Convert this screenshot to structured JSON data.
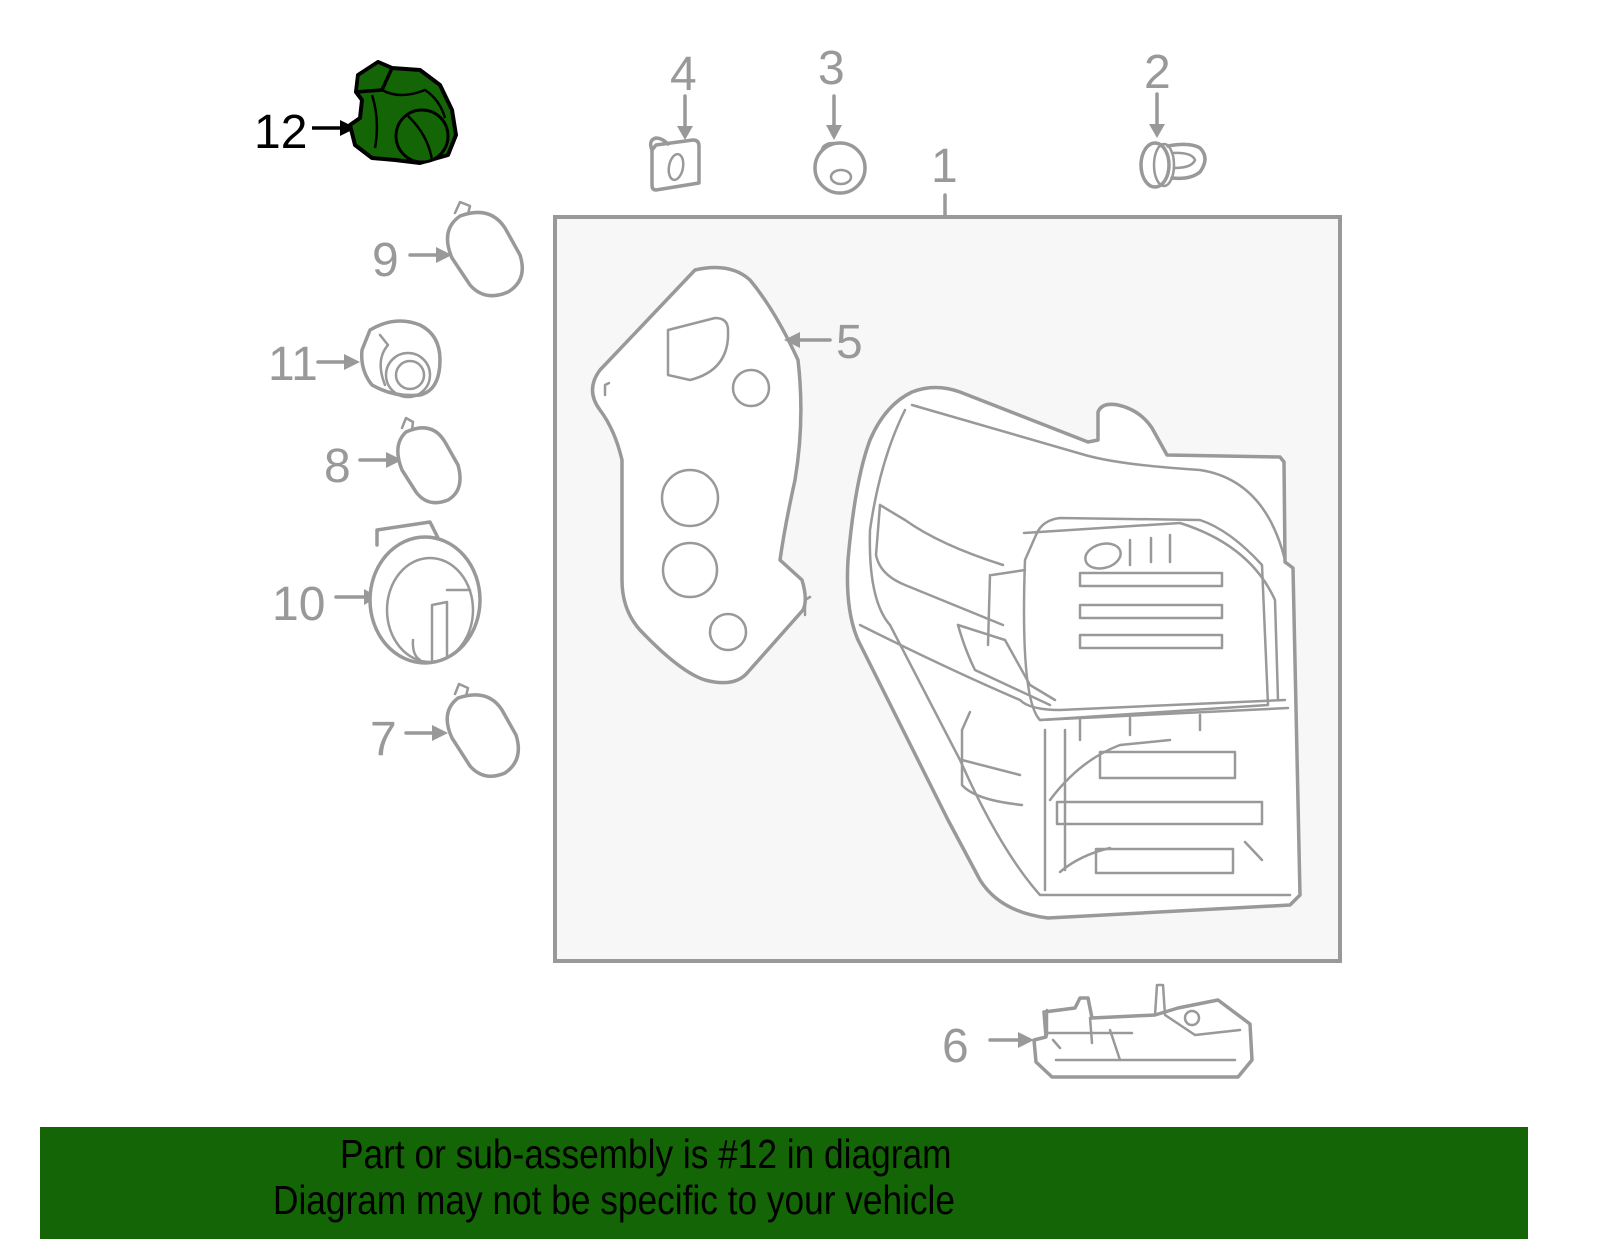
{
  "diagram": {
    "highlighted_part": "12",
    "colors": {
      "line": "#999999",
      "box_fill": "#f7f7f7",
      "highlight_fill": "#136505",
      "highlight_outline": "#000000",
      "banner_bg": "#136505",
      "banner_text": "#000000"
    },
    "callouts": [
      {
        "number": "1",
        "part": "tail-lamp-assembly"
      },
      {
        "number": "2",
        "part": "clip"
      },
      {
        "number": "3",
        "part": "grommet-nut"
      },
      {
        "number": "4",
        "part": "retainer-clip"
      },
      {
        "number": "5",
        "part": "gasket"
      },
      {
        "number": "6",
        "part": "bracket"
      },
      {
        "number": "7",
        "part": "bulb"
      },
      {
        "number": "8",
        "part": "bulb"
      },
      {
        "number": "9",
        "part": "bulb"
      },
      {
        "number": "10",
        "part": "socket"
      },
      {
        "number": "11",
        "part": "socket"
      },
      {
        "number": "12",
        "part": "socket-highlighted"
      }
    ]
  },
  "banner": {
    "line1": "Part or sub-assembly is #12 in diagram",
    "line2": "Diagram may not be specific to your vehicle"
  }
}
